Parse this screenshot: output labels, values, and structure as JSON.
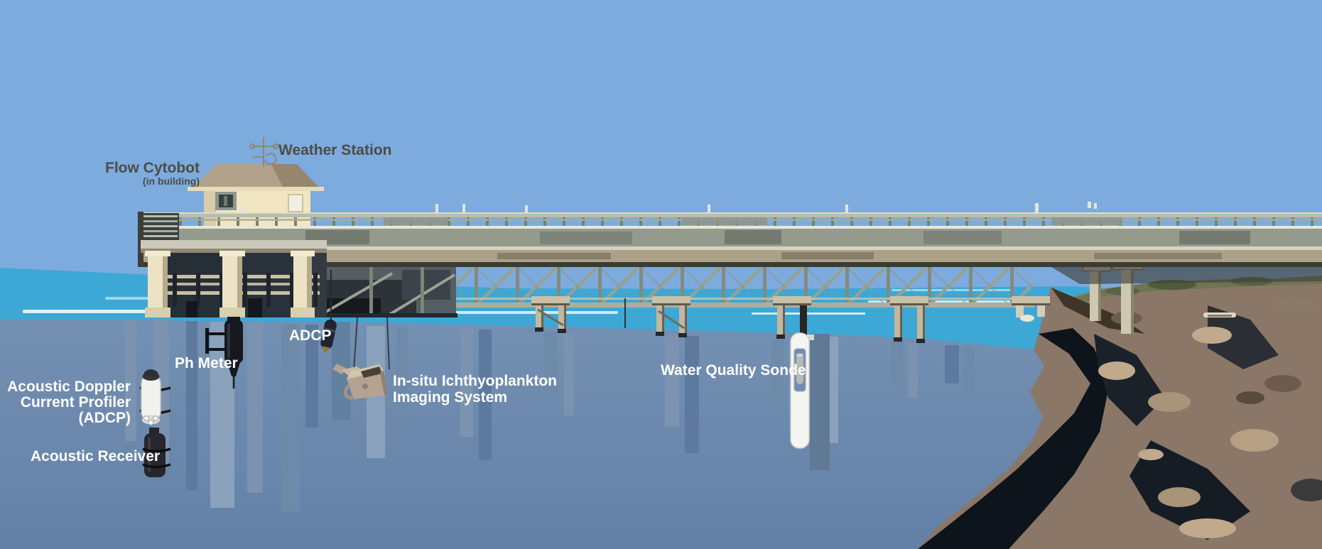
{
  "labels": {
    "weather_station": "Weather Station",
    "flow_cytobot": {
      "title": "Flow Cytobot",
      "subtitle": "(in building)"
    },
    "ph_meter": "Ph Meter",
    "adcp_short": "ADCP",
    "adcp_full": {
      "line1": "Acoustic Doppler",
      "line2": "Current Profiler",
      "line3": "(ADCP)"
    },
    "acoustic_receiver": "Acoustic Receiver",
    "imaging_system": {
      "line1": "In-situ Ichthyoplankton",
      "line2": "Imaging System"
    },
    "water_quality_sonde": "Water Quality Sonde"
  },
  "icons": {
    "weather_vane": "weather-vane-icon"
  },
  "colors": {
    "sky": "#7dabde",
    "sea_surface": "#3da8d5",
    "sea_streak_light": "#eef9fb",
    "sea_streak_cyan": "#9ad7e9",
    "underwater_top": "#7490b2",
    "underwater_bottom": "#6381a7",
    "piling_light": "#8ba2bc",
    "piling_mid": "#7b93b0",
    "piling_dark": "#5d7a9e",
    "deck_tan": "#aba289",
    "deck_panel": "#949a8c",
    "deck_light": "#d6d3c0",
    "deck_dark": "#3b3b34",
    "pile_tan": "#c3b89e",
    "pile_shadow": "#6b6152",
    "concrete_cream": "#ece3c4",
    "building_wall": "#f1e6c1",
    "building_wall_shade": "#d8cda8",
    "building_roof": "#b1a188",
    "building_roof_shade": "#96866e",
    "rock_base": "#8b7767",
    "rock_light": "#c0a98c",
    "rock_brown": "#6d5c4e",
    "rock_dark": "#1b2128",
    "rock_black": "#0e141c",
    "rock_green": "#6f7552",
    "label_dark": "#4d4c45",
    "label_light": "#ffffff",
    "device_dark": "#1f242e",
    "device_black": "#17181d",
    "device_white": "#f2f2ec",
    "vane_gray": "#8a8a84"
  }
}
